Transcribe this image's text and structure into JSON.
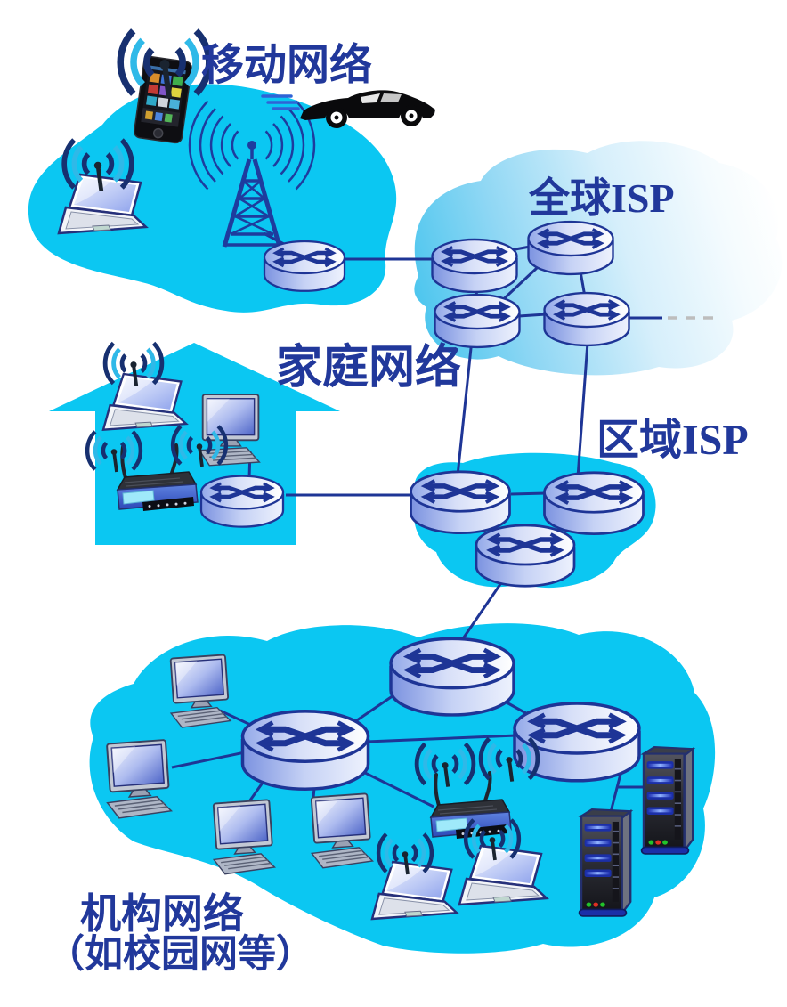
{
  "diagram": {
    "type": "network-topology-illustration",
    "labels": {
      "mobile_network": "移动网络",
      "global_isp": "全球ISP",
      "home_network": "家庭网络",
      "regional_isp": "区域ISP",
      "institutional_line1": "机构网络",
      "institutional_line2": "（如校园网等）"
    },
    "colors": {
      "blob_cyan": "#0BC7F2",
      "link_navy": "#1E3596",
      "label_navy": "#21389B",
      "dashed_gray": "#BDBDBD",
      "wave_dark": "#173070",
      "wave_cyan": "#2FB9E8"
    },
    "regions": [
      {
        "name": "mobile-network",
        "label_key": "mobile_network",
        "devices": {
          "smartphone": 1,
          "wireless_laptop": 1,
          "cell_tower": 1,
          "car": 1,
          "router": 1
        }
      },
      {
        "name": "global-isp",
        "label_key": "global_isp",
        "devices": {
          "router": 4
        },
        "has_dashed_continuation": true
      },
      {
        "name": "home-network",
        "label_key": "home_network",
        "devices": {
          "wireless_laptop": 1,
          "desktop_pc": 1,
          "wireless_router": 1,
          "router": 1
        }
      },
      {
        "name": "regional-isp",
        "label_key": "regional_isp",
        "devices": {
          "router": 3
        }
      },
      {
        "name": "institutional-network",
        "label_key": "institutional_line1",
        "devices": {
          "desktop_pc": 4,
          "router": 3,
          "wireless_router": 1,
          "wireless_laptop": 2,
          "server": 2
        }
      }
    ]
  }
}
